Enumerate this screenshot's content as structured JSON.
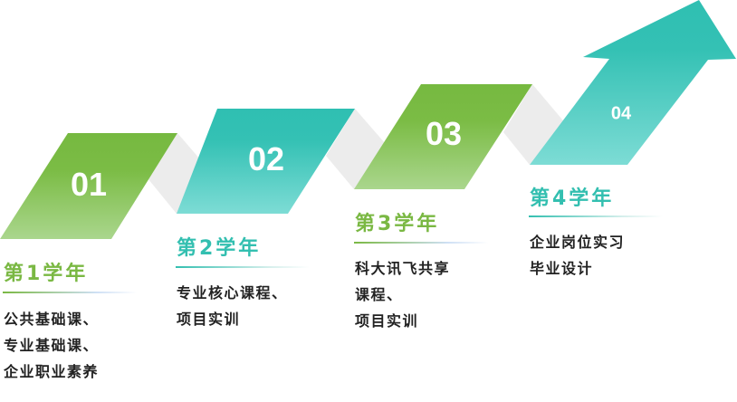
{
  "colors": {
    "green": "#7ab843",
    "teal": "#33bfb0",
    "connector": "#ececec"
  },
  "steps": [
    {
      "number": "01",
      "title": "第1学年",
      "lines": [
        "公共基础课、",
        "专业基础课、",
        "企业职业素养"
      ]
    },
    {
      "number": "02",
      "title": "第2学年",
      "lines": [
        "专业核心课程、",
        "项目实训"
      ]
    },
    {
      "number": "03",
      "title": "第3学年",
      "lines": [
        "科大讯飞共享",
        "课程、",
        "项目实训"
      ]
    },
    {
      "number": "04",
      "title": "第4学年",
      "lines": [
        "企业岗位实习",
        "毕业设计"
      ]
    }
  ]
}
